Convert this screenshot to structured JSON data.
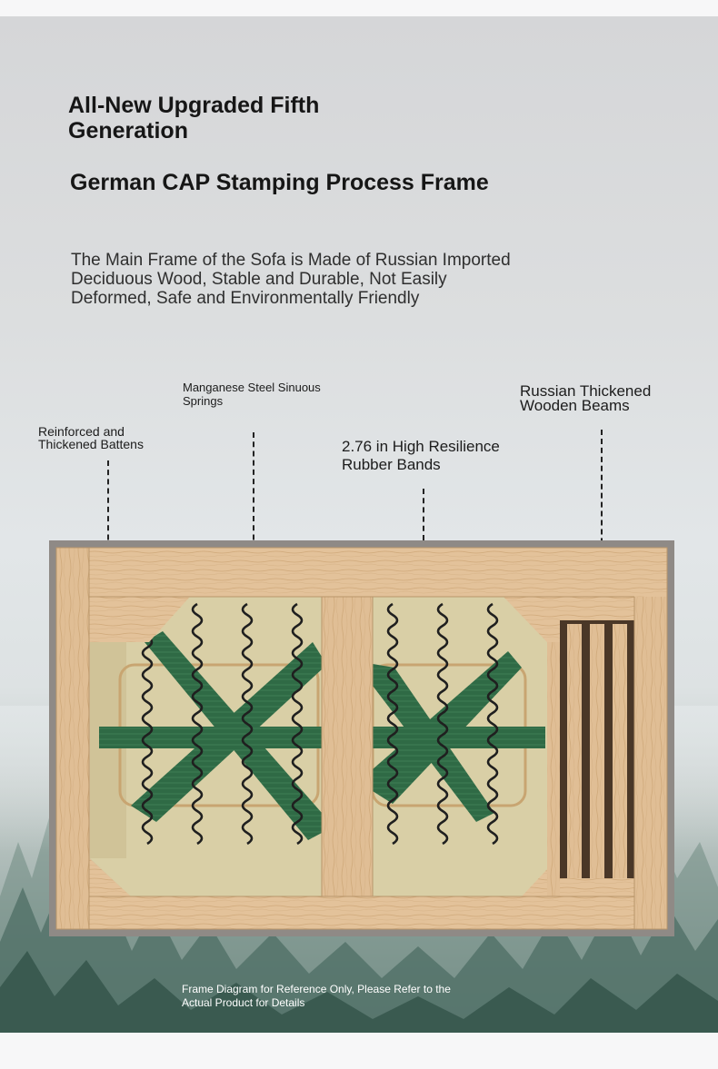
{
  "headline": "All-New Upgraded Fifth Generation",
  "subheadline": "German CAP Stamping Process Frame",
  "description": "The Main Frame of the Sofa is Made of Russian Imported Deciduous Wood, Stable and Durable, Not Easily Deformed, Safe and Environmentally Friendly",
  "callouts": {
    "battens": "Reinforced and Thickened Battens",
    "springs": "Manganese Steel Sinuous Springs",
    "bands": "2.76 in High Resilience Rubber Bands",
    "beams": "Russian Thickened Wooden Beams"
  },
  "caption": "Frame Diagram for Reference Only, Please Refer to the Actual Product for Details",
  "colors": {
    "wood": "#e3c29a",
    "wood_dark": "#c9a57a",
    "panel": "#d9cfa6",
    "band": "#2f6a45",
    "spring": "#1f1f1f",
    "rail": "#c8a571",
    "border": "#8f8a86"
  }
}
